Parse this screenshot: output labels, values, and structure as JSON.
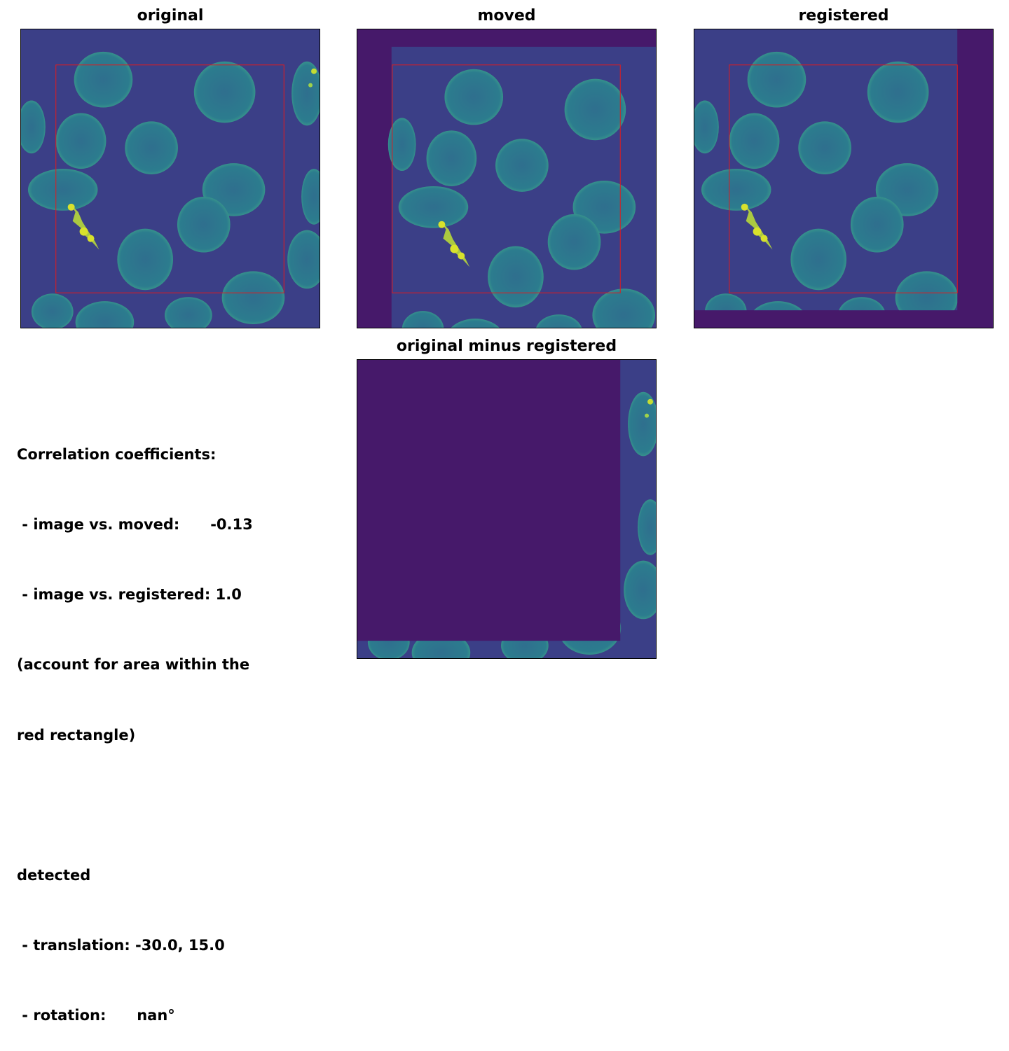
{
  "panels": {
    "original": {
      "title": "original"
    },
    "moved": {
      "title": "moved"
    },
    "registered": {
      "title": "registered"
    },
    "diff": {
      "title": "original minus registered"
    }
  },
  "text": {
    "lines": [
      "Correlation coefficients:",
      " - image vs. moved:      -0.13",
      " - image vs. registered: 1.0",
      "(account for area within the",
      "red rectangle)",
      "",
      "detected",
      " - translation: -30.0, 15.0",
      " - rotation:      nan°"
    ]
  },
  "colors": {
    "background_fill": "#46196a",
    "image_bg": "#3a3f86",
    "nucleus": "#2b7d8e",
    "nucleus_edge": "#3aa08b",
    "bright": "#d6e22a",
    "rectangle": "#e41a1c"
  }
}
